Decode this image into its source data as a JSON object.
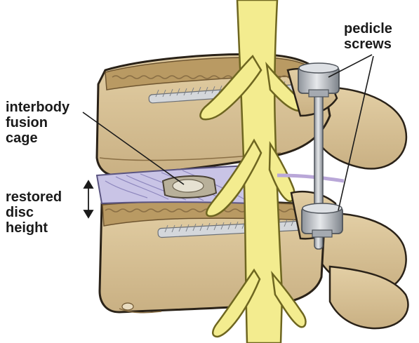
{
  "labels": {
    "cage": [
      "interbody",
      "fusion",
      "cage"
    ],
    "disc": [
      "restored",
      "disc",
      "height"
    ],
    "screws": [
      "pedicle",
      "screws"
    ]
  },
  "colors": {
    "bone": "#d9c49a",
    "bone_shadow": "#b79d6c",
    "bone_edge": "#8a6f45",
    "nerve": "#f3ec8f",
    "nerve_edge": "#b8ad45",
    "disc": "#c9c4e6",
    "metal": "#c8ccd2",
    "outline": "#2a2218"
  },
  "icons": [
    "double-arrow-icon",
    "leader-line"
  ]
}
